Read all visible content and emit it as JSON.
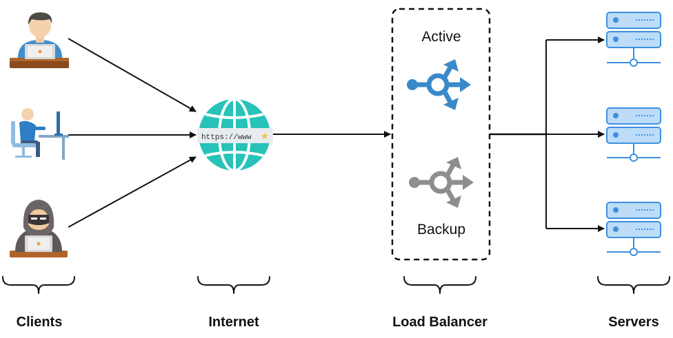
{
  "groups": {
    "clients": "Clients",
    "internet": "Internet",
    "load_balancer": "Load Balancer",
    "servers": "Servers"
  },
  "load_balancer": {
    "active_label": "Active",
    "backup_label": "Backup"
  },
  "internet": {
    "url_text": "https://www"
  },
  "icons": {
    "client_1": "developer-laptop-icon",
    "client_2": "desktop-user-icon",
    "client_3": "hacker-laptop-icon",
    "internet": "globe-browser-icon",
    "active": "active-router-icon",
    "backup": "backup-router-icon",
    "server": "server-rack-icon"
  },
  "colors": {
    "globe": "#27c2b8",
    "active_router": "#3a89c9",
    "backup_router": "#8e8e8e",
    "server": "#bcdcf7",
    "server_accent": "#3d8fe0",
    "arrow": "#111111"
  }
}
